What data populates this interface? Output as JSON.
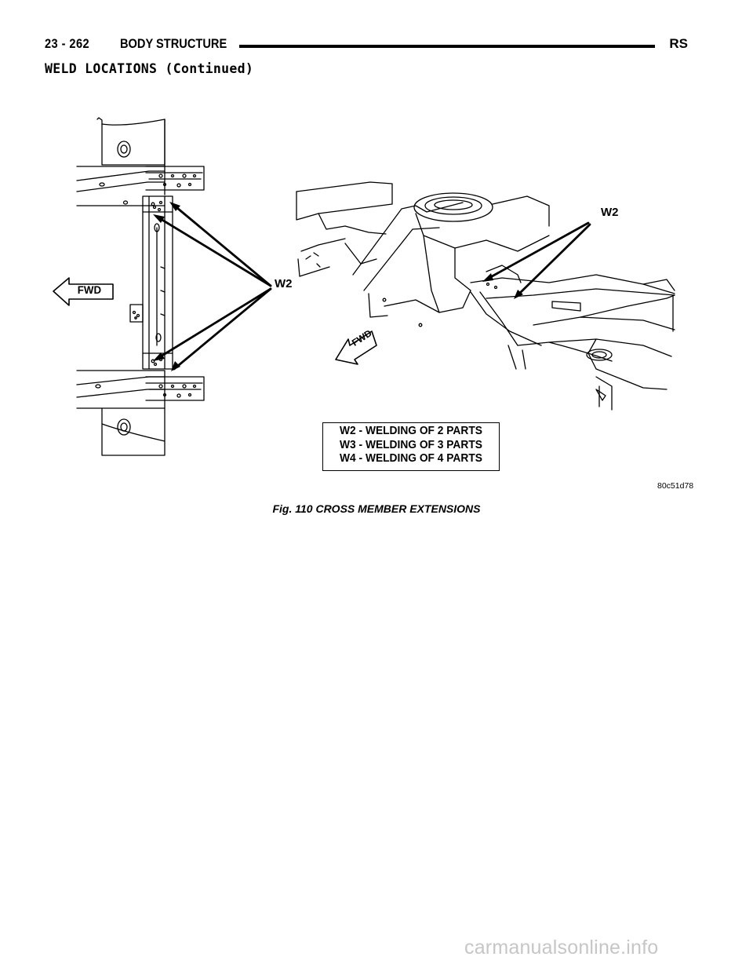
{
  "header": {
    "page_number": "23 - 262",
    "section_title": "BODY STRUCTURE",
    "model_code": "RS"
  },
  "subheading": "WELD LOCATIONS (Continued)",
  "figure": {
    "left_forward_label": "FWD",
    "right_forward_label": "FWD",
    "left_weld_callout": "W2",
    "right_weld_callout": "W2",
    "legend": [
      "W2 - WELDING OF 2 PARTS",
      "W3 - WELDING OF 3 PARTS",
      "W4 - WELDING OF 4 PARTS"
    ],
    "figure_code": "80c51d78",
    "caption": "Fig. 110 CROSS MEMBER EXTENSIONS"
  },
  "watermark": "carmanualsonline.info"
}
